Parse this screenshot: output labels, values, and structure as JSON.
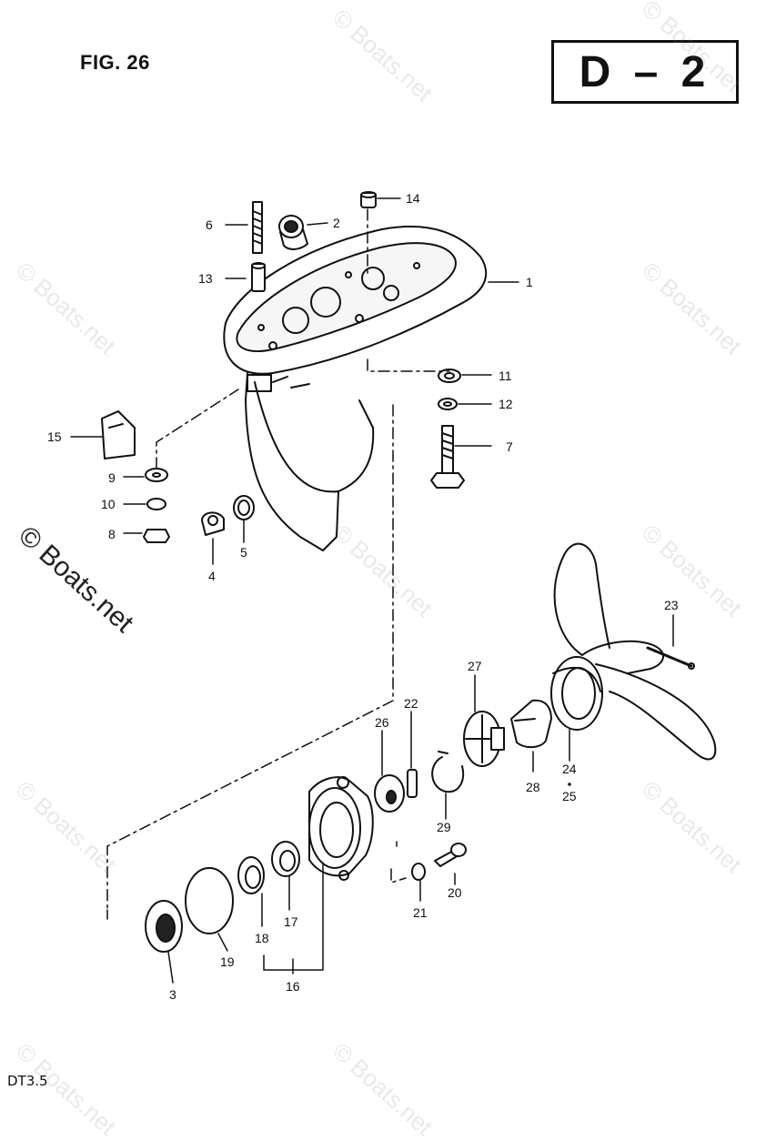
{
  "figure_label": "FIG. 26",
  "section_code": "D – 2",
  "model": "DT3.5",
  "watermark": "© Boats.net",
  "callouts": [
    {
      "id": "c1",
      "text": "1"
    },
    {
      "id": "c2",
      "text": "2"
    },
    {
      "id": "c3",
      "text": "3"
    },
    {
      "id": "c4",
      "text": "4"
    },
    {
      "id": "c5",
      "text": "5"
    },
    {
      "id": "c6",
      "text": "6"
    },
    {
      "id": "c7",
      "text": "7"
    },
    {
      "id": "c8",
      "text": "8"
    },
    {
      "id": "c9",
      "text": "9"
    },
    {
      "id": "c10",
      "text": "10"
    },
    {
      "id": "c11",
      "text": "11"
    },
    {
      "id": "c12",
      "text": "12"
    },
    {
      "id": "c13",
      "text": "13"
    },
    {
      "id": "c14",
      "text": "14"
    },
    {
      "id": "c15",
      "text": "15"
    },
    {
      "id": "c16",
      "text": "16"
    },
    {
      "id": "c17",
      "text": "17"
    },
    {
      "id": "c18",
      "text": "18"
    },
    {
      "id": "c19",
      "text": "19"
    },
    {
      "id": "c20",
      "text": "20"
    },
    {
      "id": "c21",
      "text": "21"
    },
    {
      "id": "c22",
      "text": "22"
    },
    {
      "id": "c23",
      "text": "23"
    },
    {
      "id": "c24",
      "text": "24"
    },
    {
      "id": "c25",
      "text": "25"
    },
    {
      "id": "c26",
      "text": "26"
    },
    {
      "id": "c27",
      "text": "27"
    },
    {
      "id": "c28",
      "text": "28"
    },
    {
      "id": "c29",
      "text": "29"
    }
  ]
}
